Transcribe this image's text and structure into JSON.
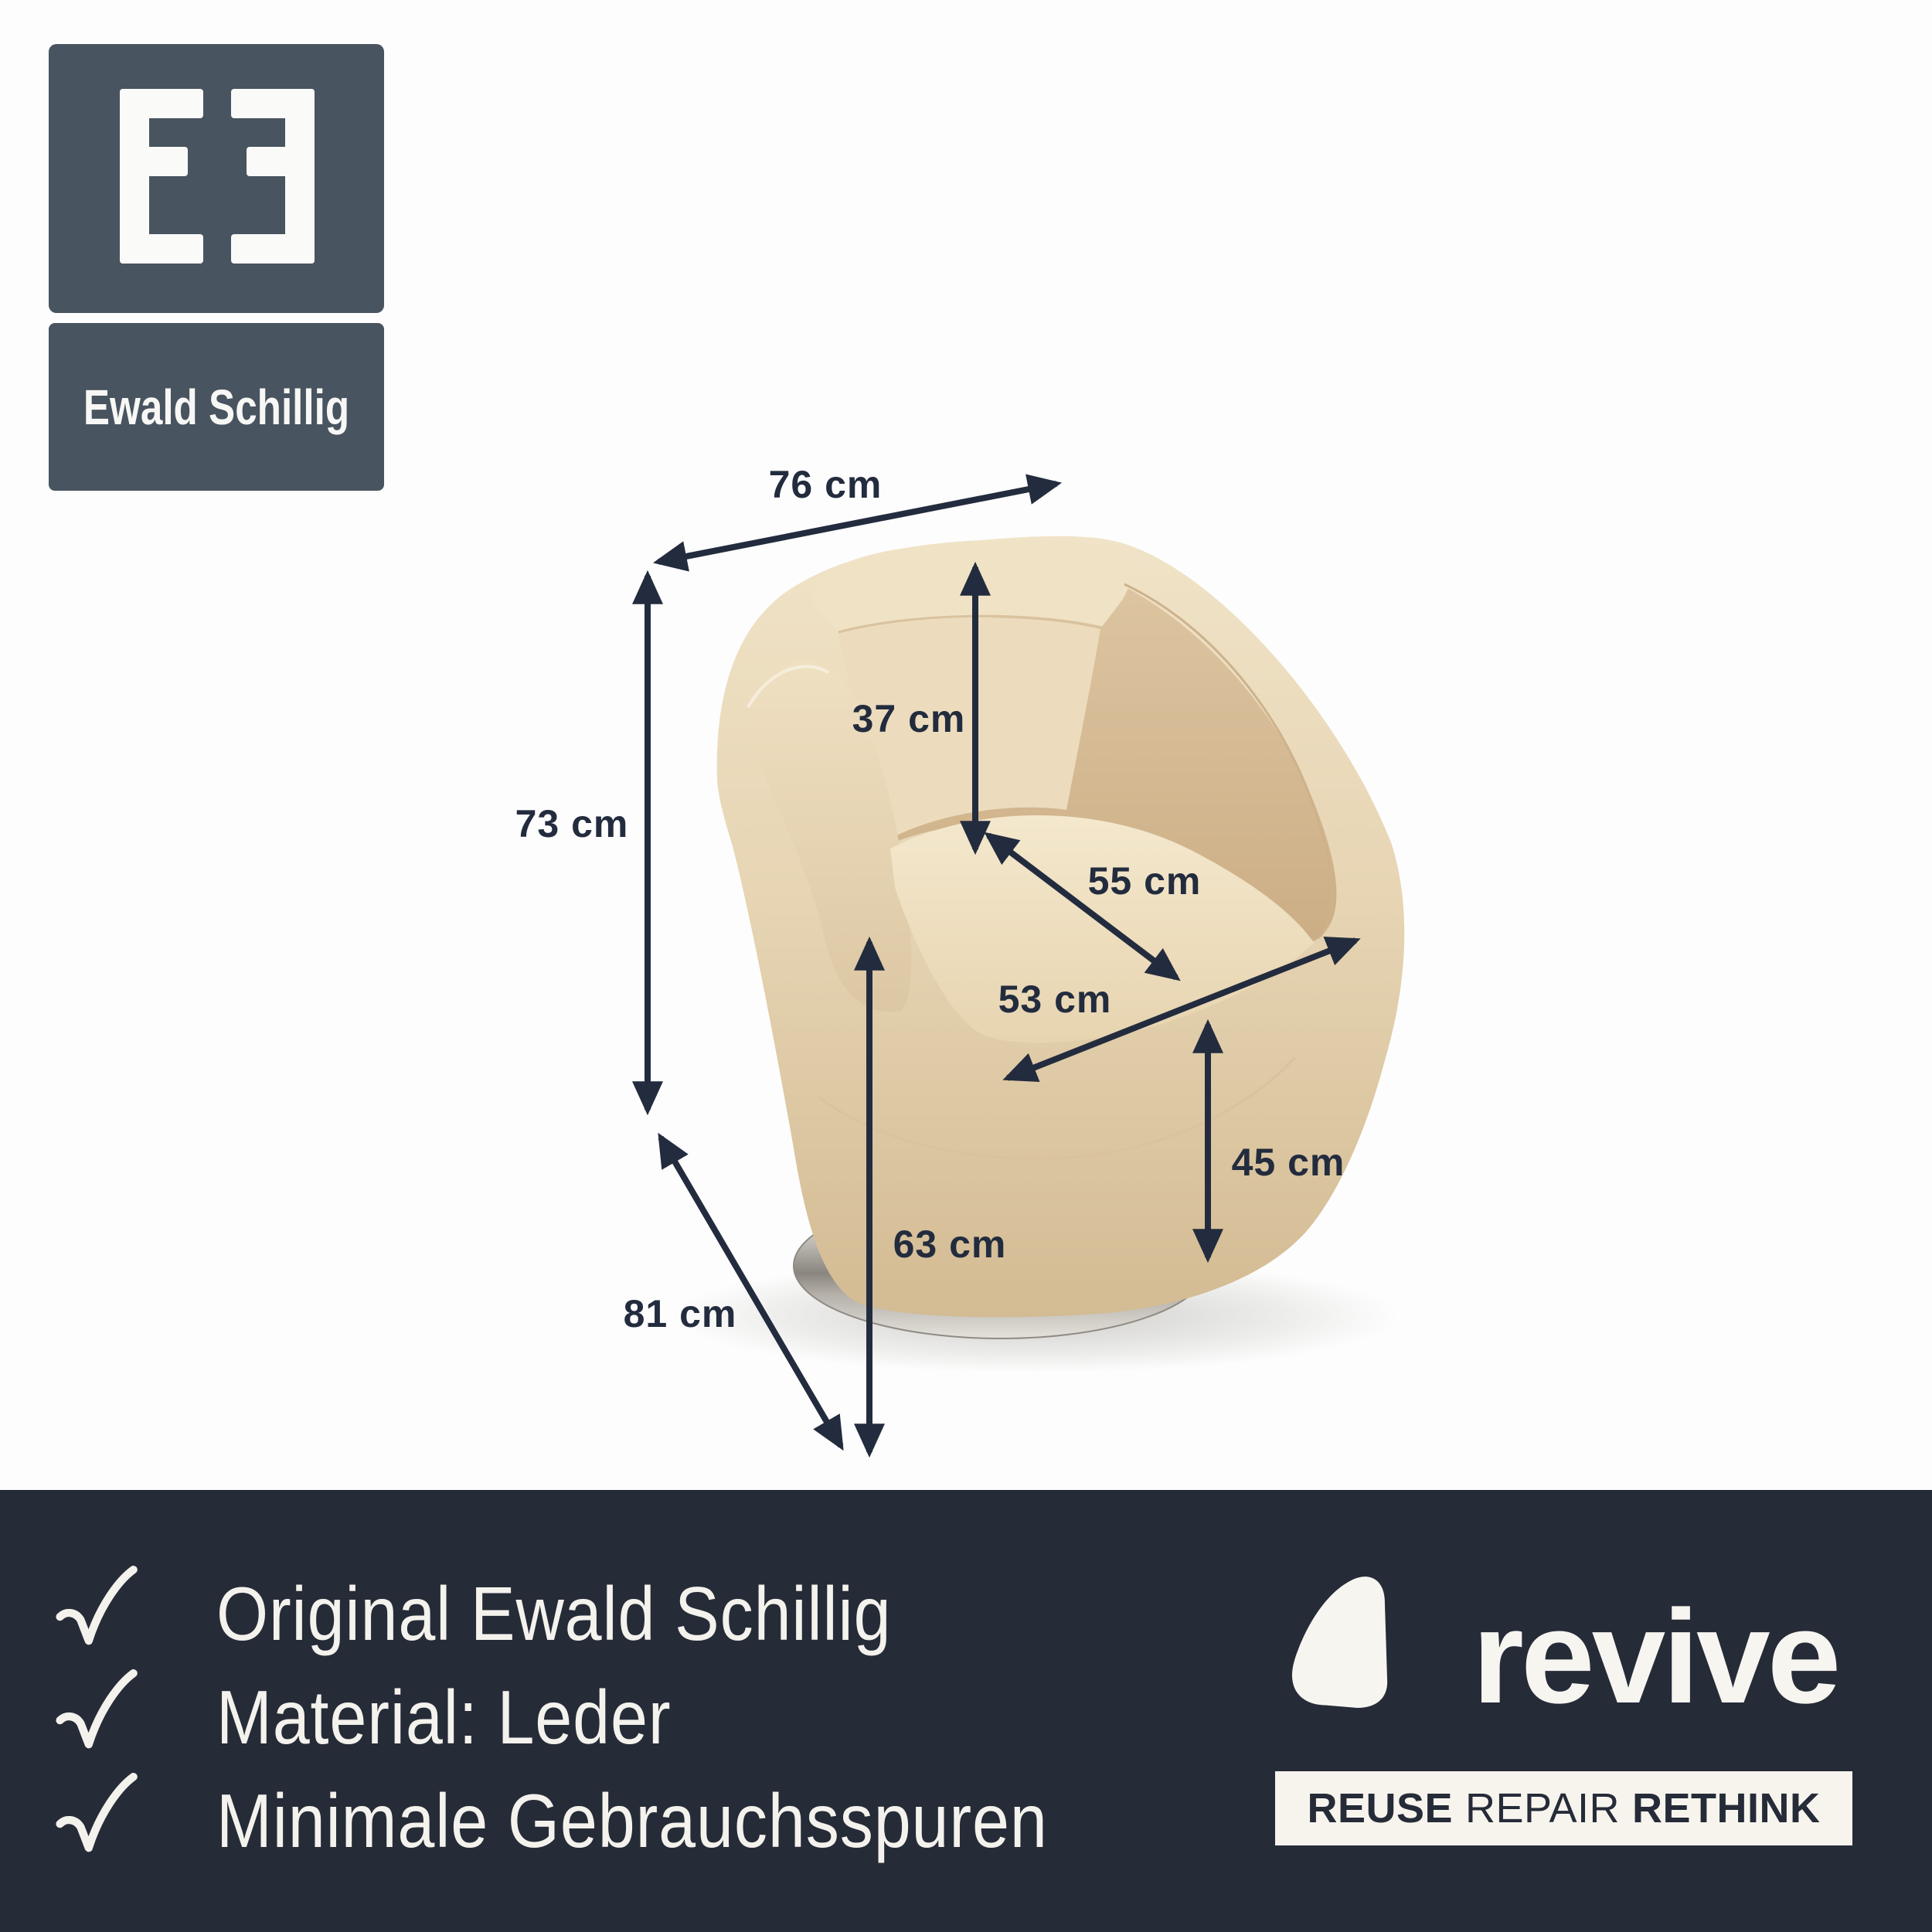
{
  "brand": {
    "name": "Ewald Schillig",
    "monogram": "EƎ"
  },
  "dimensions": {
    "width": "76 cm",
    "backrest_height": "37 cm",
    "total_height": "73 cm",
    "seat_depth": "55 cm",
    "seat_width": "53 cm",
    "seat_height": "45 cm",
    "armrest_height": "63 cm",
    "total_depth": "81 cm"
  },
  "features": {
    "items": [
      "Original Ewald Schillig",
      "Material: Leder",
      "Minimale Gebrauchsspuren"
    ]
  },
  "footer": {
    "logo_text": "revive",
    "tagline": {
      "reuse": "REUSE",
      "repair": "REPAIR",
      "rethink": "RETHINK"
    }
  },
  "colors": {
    "accent_navy": "#232c3e",
    "panel_navy": "#262b38",
    "brand_slate": "#48545f",
    "leather_beige": "#e8d6b6",
    "chrome_gray": "#9a968f",
    "tagline_bar": "#f7f4ee",
    "background": "#fdfdfd"
  }
}
